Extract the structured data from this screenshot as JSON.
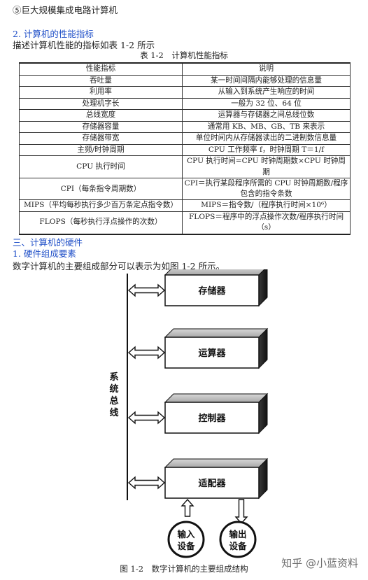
{
  "intro_line": "⑤巨大规模集成电路计算机",
  "section_performance": {
    "heading": "2. 计算机的性能指标",
    "description": "描述计算机性能的指标如表 1-2 所示"
  },
  "table": {
    "caption": "表 1-2　计算机性能指标",
    "headers": [
      "性能指标",
      "说明"
    ],
    "rows": [
      [
        "吞吐量",
        "某一时间间隔内能够处理的信息量"
      ],
      [
        "利用率",
        "从输入到系统产生响应的时间"
      ],
      [
        "处理机字长",
        "一般为 32 位、64 位"
      ],
      [
        "总线宽度",
        "运算器与存储器之间总线位数"
      ],
      [
        "存储器容量",
        "通常用 KB、MB、GB、TB 来表示"
      ],
      [
        "存储器带宽",
        "单位时间内从存储器读出的二进制数信息量"
      ],
      [
        "主频/时钟周期",
        "CPU 工作频率 f，时钟周期 T＝1/f"
      ],
      [
        "CPU 执行时间",
        "CPU 执行时间=CPU 时钟周期数×CPU 时钟周期"
      ],
      [
        "CPI（每条指令周期数）",
        "CPI＝执行某段程序所需的 CPU 时钟周期数/程序包含的指令条数"
      ],
      [
        "MIPS（平均每秒执行多少百万条定点指令数）",
        "MIPS＝指令数/（程序执行时间×10⁶）"
      ],
      [
        "FLOPS（每秒执行浮点操作的次数）",
        "FLOPS＝程序中的浮点操作次数/程序执行时间（s）"
      ]
    ]
  },
  "section_hardware": {
    "heading": "三、计算机的硬件",
    "subheading": "1. 硬件组成要素",
    "description": "数字计算机的主要组成部分可以表示为如图 1-2 所示。"
  },
  "figure": {
    "bus_label": [
      "系",
      "统",
      "总",
      "线"
    ],
    "blocks": [
      "存储器",
      "运算器",
      "控制器",
      "适配器"
    ],
    "devices": [
      [
        "输入",
        "设备"
      ],
      [
        "输出",
        "设备"
      ]
    ],
    "caption": "图 1-2　数字计算机的主要组成结构"
  },
  "watermark": "知乎 @小蓝资料"
}
